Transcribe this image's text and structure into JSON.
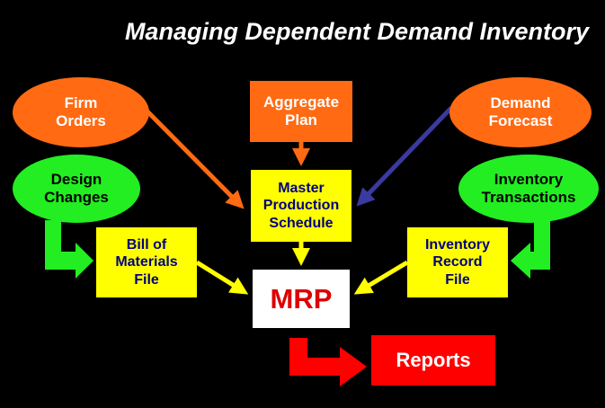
{
  "title": "Managing Dependent Demand Inventory",
  "nodes": {
    "firm_orders": "Firm\nOrders",
    "aggregate_plan": "Aggregate\nPlan",
    "demand_forecast": "Demand\nForecast",
    "design_changes": "Design\nChanges",
    "inventory_transactions": "Inventory\nTransactions",
    "master_production_schedule": "Master\nProduction\nSchedule",
    "bill_of_materials": "Bill of\nMaterials\nFile",
    "inventory_record": "Inventory\nRecord\nFile",
    "mrp": "MRP",
    "reports": "Reports"
  },
  "colors": {
    "background": "#000000",
    "orange": "#ff6a13",
    "green": "#22ee22",
    "yellow": "#ffff00",
    "mrp_text": "#dd0000",
    "red": "#ff0000",
    "navy_text": "#000080"
  }
}
